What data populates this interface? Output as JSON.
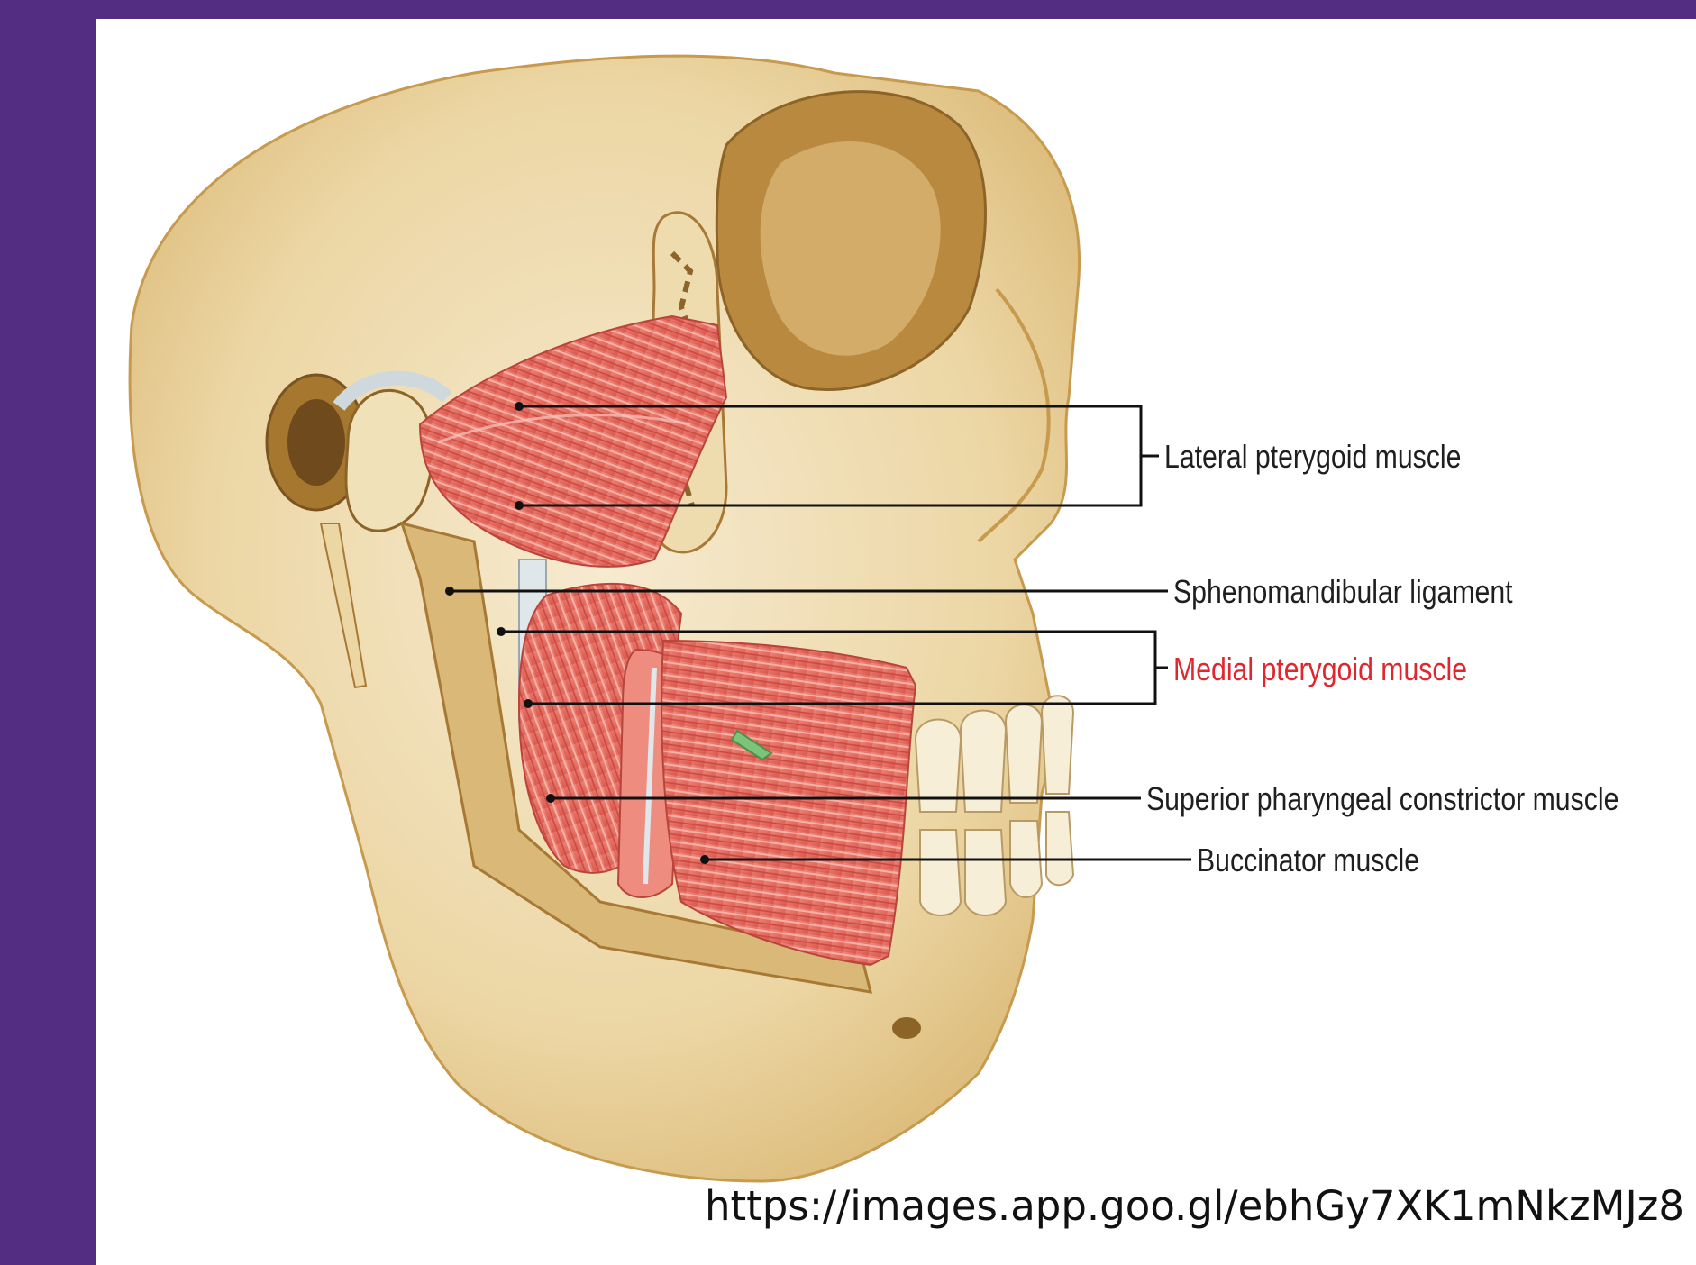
{
  "figure": {
    "labels": [
      {
        "id": "lateral-pterygoid",
        "text": "Lateral pterygoid muscle",
        "highlight": false
      },
      {
        "id": "sphenomandibular",
        "text": "Sphenomandibular ligament",
        "highlight": false
      },
      {
        "id": "medial-pterygoid",
        "text": "Medial pterygoid muscle",
        "highlight": true
      },
      {
        "id": "superior-pharyngeal",
        "text": "Superior pharyngeal constrictor muscle",
        "highlight": false
      },
      {
        "id": "buccinator",
        "text": "Buccinator muscle",
        "highlight": false
      }
    ],
    "source_url": "https://images.app.goo.gl/ebhGy7XK1mNkzMJz8"
  },
  "colors": {
    "frame": "#532d82",
    "bone": "#eedbab",
    "bone_shadow": "#c79a4d",
    "muscle": "#e5746a",
    "ligament": "#cfd8dc",
    "highlight_text": "#e0262f"
  }
}
